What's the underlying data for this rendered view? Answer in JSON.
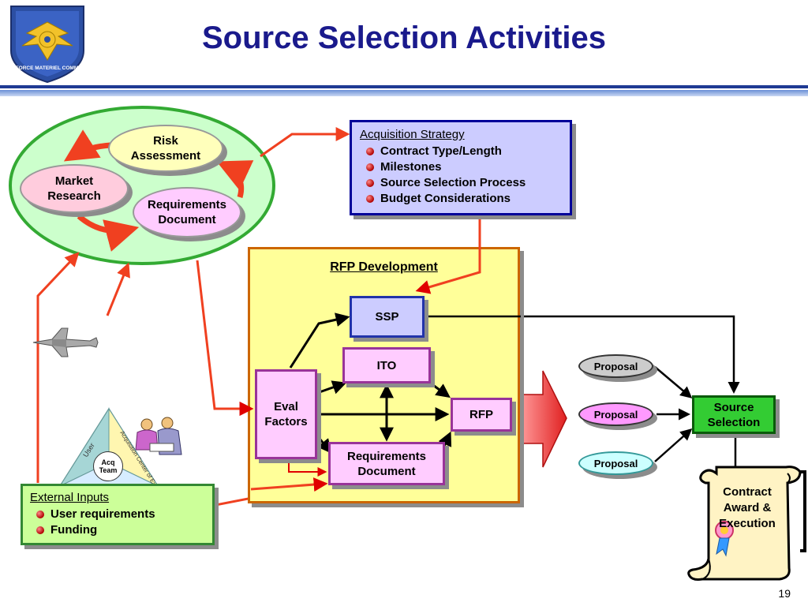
{
  "slide": {
    "title": "Source Selection Activities",
    "page_number": "19"
  },
  "logo": {
    "text": "AIR FORCE MATERIEL COMMAND"
  },
  "cycle": {
    "risk": "Risk\nAssessment",
    "market": "Market\nResearch",
    "requirements": "Requirements\nDocument"
  },
  "strategy": {
    "heading": "Acquisition Strategy",
    "items": [
      "Contract Type/Length",
      "Milestones",
      "Source Selection Process",
      "Budget Considerations"
    ]
  },
  "rfp": {
    "heading": "RFP Development",
    "ssp": "SSP",
    "ito": "ITO",
    "eval": "Eval\nFactors",
    "rfp": "RFP",
    "req": "Requirements\nDocument"
  },
  "proposals": [
    "Proposal",
    "Proposal",
    "Proposal"
  ],
  "source_selection": "Source\nSelection",
  "contract": "Contract\nAward &\nExecution",
  "triangle": {
    "user": "User",
    "center": "Acquisition Center of Excellence",
    "acq": "Acq\nTeam"
  },
  "inputs": {
    "heading": "External Inputs",
    "items": [
      "User requirements",
      "Funding"
    ]
  },
  "colors": {
    "title": "#1a1a8c",
    "arrow_red": "#f04020",
    "strategy_fill": "#ccccff",
    "rfp_fill": "#ffff99",
    "box_pink": "#ffccff",
    "green": "#33cc33"
  }
}
